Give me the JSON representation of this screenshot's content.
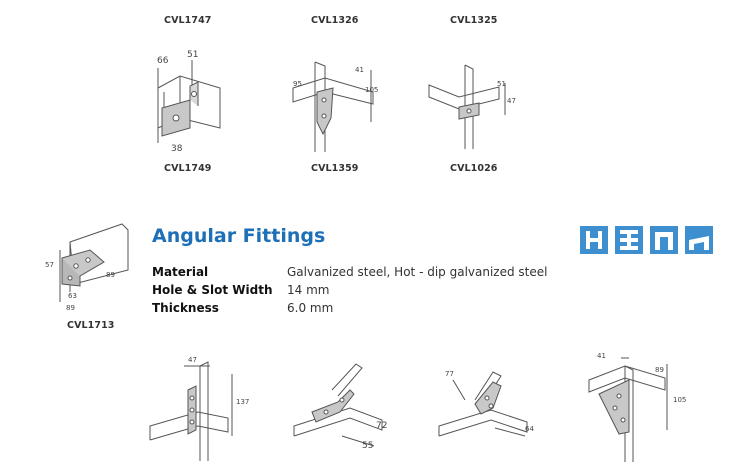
{
  "top_row_codes": [
    "CVL1747",
    "CVL1326",
    "CVL1325"
  ],
  "second_row": {
    "codes": [
      "CVL1749",
      "CVL1359",
      "CVL1026"
    ],
    "dims": {
      "cvl1749": [
        "66",
        "51",
        "38"
      ],
      "cvl1359": [
        "41",
        "105",
        "95"
      ],
      "cvl1026": [
        "51",
        "47"
      ]
    }
  },
  "section": {
    "title": "Angular Fittings",
    "feature_code": "CVL1713",
    "feature_dims": [
      "57",
      "89",
      "63",
      "89"
    ],
    "specs": [
      {
        "label": "Material",
        "value": "Galvanized steel, Hot - dip galvanized steel"
      },
      {
        "label": "Hole & Slot Width",
        "value": "14 mm"
      },
      {
        "label": "Thickness",
        "value": "6.0 mm"
      }
    ],
    "channel_icons": [
      "channel-profile-h-icon",
      "channel-profile-double-h-icon",
      "channel-profile-c-icon",
      "channel-profile-slotted-icon"
    ]
  },
  "bottom_row": {
    "dims": {
      "fig1": [
        "47",
        "137"
      ],
      "fig2": [
        "72",
        "55"
      ],
      "fig3": [
        "77",
        "64"
      ],
      "fig4": [
        "41",
        "89",
        "105"
      ]
    }
  },
  "colors": {
    "title": "#1d6fb8",
    "icon_bg": "#3d8fd0",
    "line": "#555555",
    "bracket": "#c8c8c8"
  }
}
